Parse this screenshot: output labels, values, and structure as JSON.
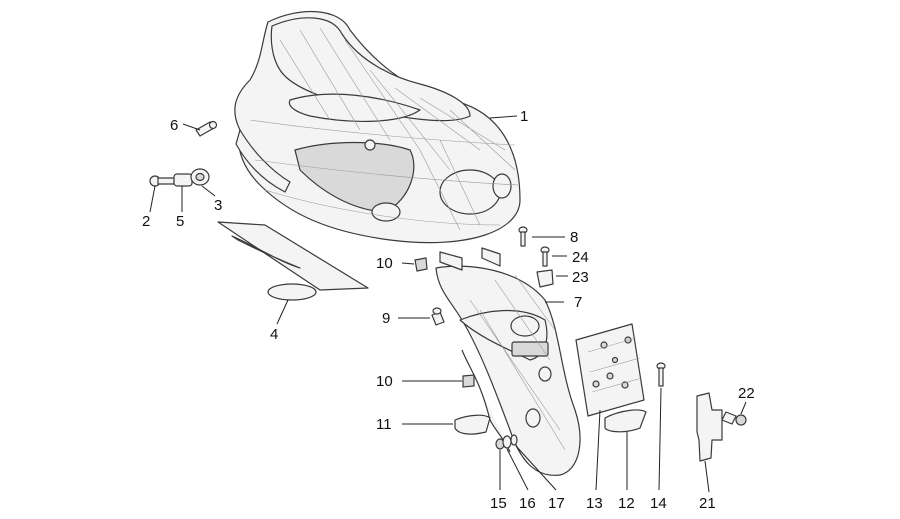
{
  "diagram": {
    "callouts": [
      "1",
      "2",
      "3",
      "4",
      "5",
      "6",
      "7",
      "8",
      "9",
      "10",
      "10",
      "11",
      "12",
      "13",
      "14",
      "15",
      "16",
      "17",
      "21",
      "22",
      "23",
      "24"
    ]
  }
}
